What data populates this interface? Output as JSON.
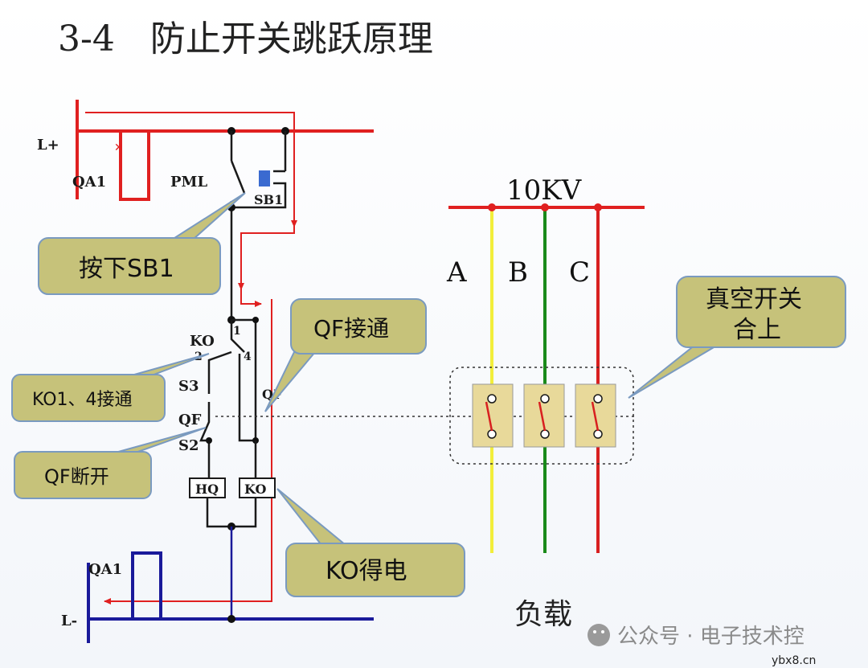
{
  "title": "3-4　防止开关跳跃原理",
  "labels": {
    "l_plus": "L+",
    "l_minus": "L-",
    "qa1_top": "QA1",
    "qa1_bottom": "QA1",
    "pml": "PML",
    "sb1": "SB1",
    "ko": "KO",
    "ko_pin1": "1",
    "ko_pin2": "2",
    "ko_pin4": "4",
    "s3": "S3",
    "qf": "QF",
    "qf_contact": "QF",
    "s2": "S2",
    "hq": "HQ",
    "ko_coil": "KO",
    "voltage": "10KV",
    "phase_a": "A",
    "phase_b": "B",
    "phase_c": "C",
    "load": "负载",
    "watermark": "公众号 · 电子技术控",
    "site": "ybx8.cn"
  },
  "callouts": {
    "press_sb1": "按下SB1",
    "qf_on": "QF接通",
    "ko14_on": "KO1、4接通",
    "qf_off": "QF断开",
    "ko_energized": "KO得电",
    "vacuum_line1": "真空开关",
    "vacuum_line2": "合上"
  },
  "colors": {
    "circuit": "#1a1a1a",
    "bus": "#e02020",
    "current_arrow": "#e02020",
    "return_bus": "#1a1a9a",
    "phase_a": "#f2ee3a",
    "phase_b": "#1a8a1a",
    "phase_c": "#d82020",
    "callout_fill": "#c6c27a",
    "callout_stroke": "#7a9ac0",
    "switch_box": "#e8d99a",
    "button": "#3a6ad0"
  }
}
